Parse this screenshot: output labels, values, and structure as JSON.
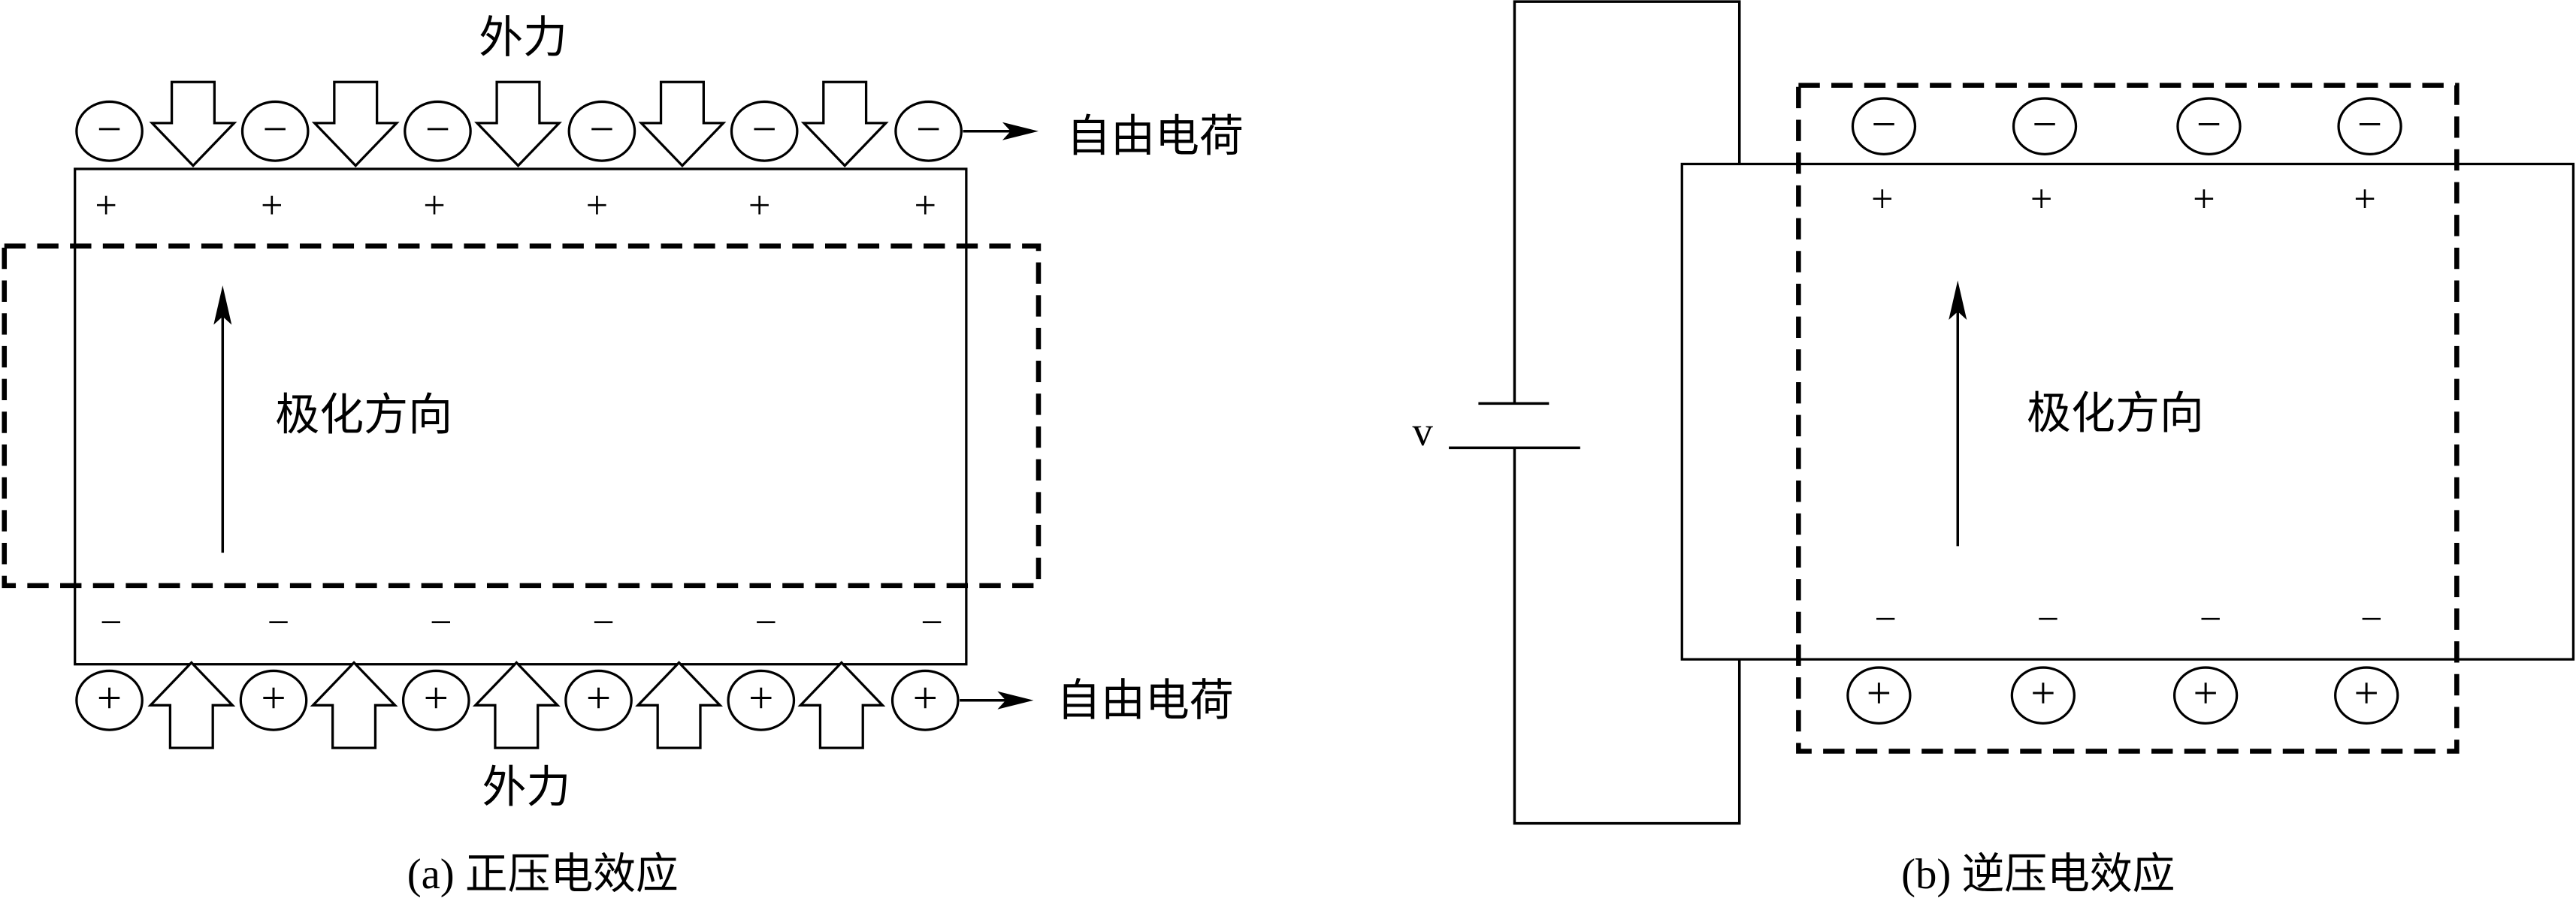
{
  "panel_a": {
    "top_force_label": "外力",
    "top_free_charge_label": "自由电荷",
    "polarization_label": "极化方向",
    "bottom_free_charge_label": "自由电荷",
    "bottom_force_label": "外力",
    "caption": "(a) 正压电效应",
    "top_free_charges": [
      "−",
      "−",
      "−",
      "−",
      "−",
      "−"
    ],
    "top_bound_charges": [
      "+",
      "+",
      "+",
      "+",
      "+",
      "+"
    ],
    "bottom_bound_charges": [
      "−",
      "−",
      "−",
      "−",
      "−",
      "−"
    ],
    "bottom_free_charges": [
      "+",
      "+",
      "+",
      "+",
      "+",
      "+"
    ]
  },
  "panel_b": {
    "voltage_label": "v",
    "polarization_label": "极化方向",
    "caption": "(b) 逆压电效应",
    "top_free_charges": [
      "−",
      "−",
      "−",
      "−"
    ],
    "top_bound_charges": [
      "+",
      "+",
      "+",
      "+"
    ],
    "bottom_bound_charges": [
      "−",
      "−",
      "−",
      "−"
    ],
    "bottom_free_charges": [
      "+",
      "+",
      "+",
      "+"
    ]
  }
}
